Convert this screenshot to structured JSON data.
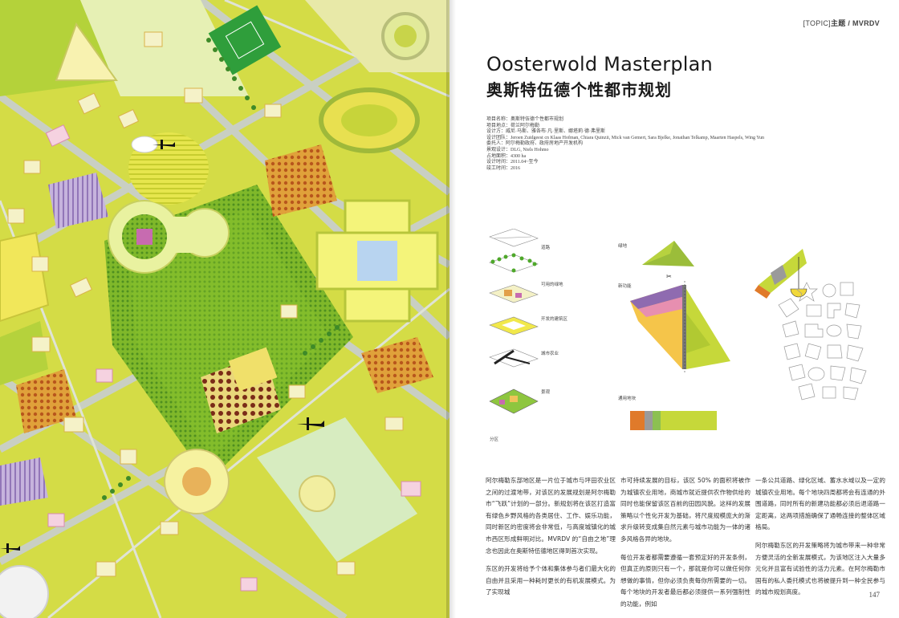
{
  "header": {
    "topic": "[TOPIC]",
    "section": "主题 / MVRDV"
  },
  "title": {
    "en": "Oosterwold Masterplan",
    "cn": "奥斯特伍德个性都市规划"
  },
  "meta": [
    "项目名称：奥斯特伍德个性都市规划",
    "项目地点：荷兰阿尔梅勒",
    "设计方：威尼·马斯、雅各布·凡·里斯、娜塔莉·德·弗里斯",
    "设计团队：Jeroen Zuidgeest cn Klaas Hofman, Chiara Quinzii, Mick van Gemert, Sara Bjelke, Jonathan Telkamp, Maarten Haspels, Wing Yun",
    "委托人：阿尔梅勒政府、政府房地产开发机构",
    "景观设计：DLG, Niels Hohmo",
    "占地面积：4300 ha",
    "设计时间：2011.04~至今",
    "竣工时间：2016"
  ],
  "diagrams": {
    "layers": [
      "道路",
      "可用的绿地",
      "开发的建筑区",
      "城市农业",
      "景观",
      "分区"
    ],
    "pie_labels": [
      "绿地",
      "新功能",
      "通用地块"
    ]
  },
  "body": {
    "col1": [
      "阿尔梅勒东部地区是一片位于城市与坪田农业区之间的过渡地带，对该区的发展规划是阿尔梅勒市“飞跃”计划的一部分。新规划将在该区打造富有绿色乡野风格的各类居住、工作、娱乐功能，同时新区的密度将会非常低，与高度城镇化的城市西区形成鲜明对比。MVRDV 的“自由之地”理念也因此在奥斯特伍德地区得到首次实现。",
      "东区的开发将给予个体和集体参与者们最大化的自由并且采用一种耗时更长的有机发展模式。为了实现城"
    ],
    "col2": [
      "市可持续发展的目标，该区 50% 的面积将被作为城镇农业用地，商城市就近提供农作物供给的同时也能保留该区百前的田园风貌。这样的发展策略以个性化开发为基础，将尺度规模庞大的渐求升级转变成集自然元素与城市功能为一体的诸多风格各异的地块。",
      "每位开发者都需要遵循一套预定好的开发条例，但真正的原则只有一个，那就是你可以做任何你想做的事情，但你必须负责每你所需要的一切。每个地块的开发者最后都必须提供一系列强制性的功能，例如"
    ],
    "col3": [
      "一条公共道路、绿化区域、蓄水水域以及一定的城镇农业用地。每个地块四周都将会有连通的外围道路，同时所有的新建功能都必须后退道路一定距离，这两项措施确保了通畅连接的整体区域格局。",
      "阿尔梅勒东区的开发策略将为城市带来一种非常方便灵活的全新发展模式，为该地区注入大量多元化并且富有试验性的活力元素。在阿尔梅勒市国有的私人委托模式也将被提升到一种全民参与的城市规划高度。"
    ]
  },
  "page_number": "147",
  "colors": {
    "map_base": "#d4dc46",
    "road": "#c9cfc3",
    "field_green": "#7fb82a",
    "field_orange": "#d98a2b",
    "accent_purple": "#8f6bb0",
    "accent_pink": "#e78fb0"
  }
}
